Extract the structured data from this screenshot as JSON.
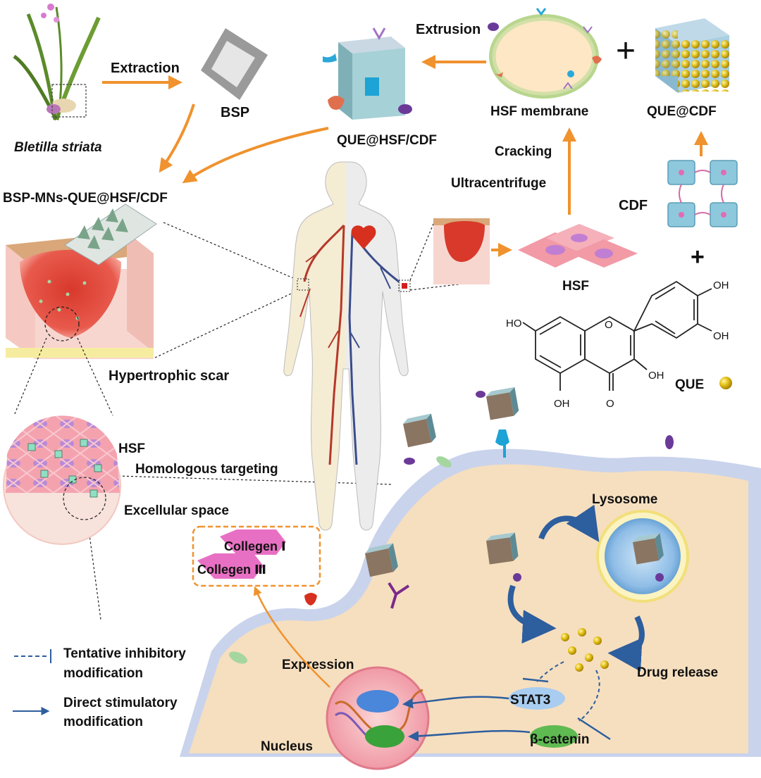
{
  "labels": {
    "extraction": "Extraction",
    "bsp": "BSP",
    "bletilla": "Bletilla striata",
    "extrusion": "Extrusion",
    "que_hsf_cdf": "QUE@HSF/CDF",
    "hsf_membrane": "HSF membrane",
    "que_cdf": "QUE@CDF",
    "plus_top": "+",
    "plus_right": "+",
    "cracking": "Cracking",
    "ultracentrifuge": "Ultracentrifuge",
    "cdf": "CDF",
    "bsp_mns": "BSP-MNs-QUE@HSF/CDF",
    "hsf_cell": "HSF",
    "hypertrophic_scar": "Hypertrophic scar",
    "hsf_zoom": "HSF",
    "homologous_targeting": "Homologous targeting",
    "excellular_space": "Excellular space",
    "lysosome": "Lysosome",
    "collagen1": "Collegen Ⅰ",
    "collagen3": "Collegen Ⅲ",
    "expression": "Expression",
    "drug_release": "Drug release",
    "stat3": "STAT3",
    "beta_catenin": "β-catenin",
    "nucleus": "Nucleus",
    "que_label": "QUE",
    "oh1": "OH",
    "oh2": "OH",
    "oh3": "OH",
    "oh4": "OH",
    "ho1": "HO",
    "o_ring": "O",
    "o_keto": "O"
  },
  "legend": {
    "inhibitory_line1": "Tentative inhibitory",
    "inhibitory_line2": "modification",
    "stimulatory_line1": "Direct stimulatory",
    "stimulatory_line2": "modification"
  },
  "colors": {
    "orange_arrow": "#f0922e",
    "blue_arrow": "#2d5e9e",
    "cell_fill": "#f6dfbf",
    "membrane": "#c9d3ec",
    "scar_red": "#d8392b",
    "gold": "#e6c21a"
  }
}
